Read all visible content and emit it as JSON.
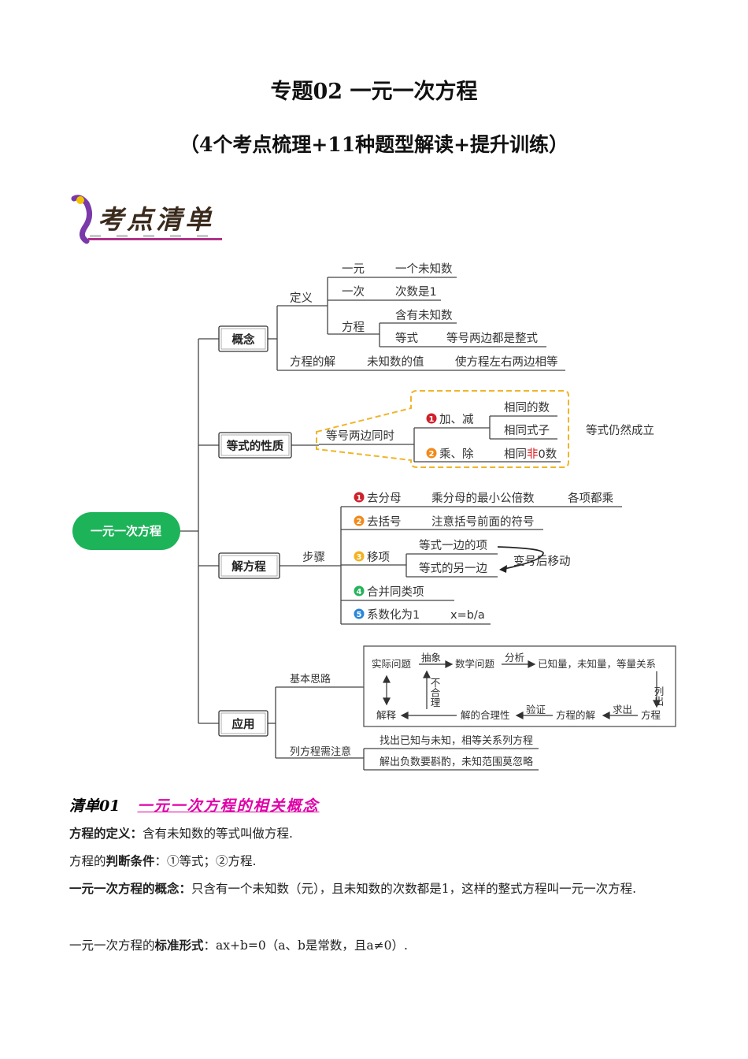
{
  "header": {
    "title": "专题02  一元一次方程",
    "subtitle": "（4个考点梳理+11种题型解读+提升训练）"
  },
  "badge": {
    "text": "考点清单"
  },
  "mindmap": {
    "root": "一元一次方程",
    "concept": {
      "label": "概念",
      "definition": "定义",
      "yiyuan": "一元",
      "yiyuan_desc": "一个未知数",
      "yici": "一次",
      "yici_desc": "次数是1",
      "fangcheng": "方程",
      "contains_unknown": "含有未知数",
      "equation": "等式",
      "both_sides_integral": "等号两边都是整式",
      "solution": "方程的解",
      "unknown_value": "未知数的值",
      "solution_desc": "使方程左右两边相等"
    },
    "property": {
      "label": "等式的性质",
      "both_sides": "等号两边同时",
      "add_sub_num": "1",
      "add_sub": "加、减",
      "same_number": "相同的数",
      "same_expression": "相同式子",
      "mul_div_num": "2",
      "mul_div": "乘、除",
      "nonzero_pre": "相同",
      "nonzero_red": "非",
      "nonzero_post": "0数",
      "still_holds": "等式仍然成立"
    },
    "solve": {
      "label": "解方程",
      "steps": "步骤",
      "s1_num": "1",
      "s1": "去分母",
      "s1_desc": "乘分母的最小公倍数",
      "s1_desc2": "各项都乘",
      "s2_num": "2",
      "s2": "去括号",
      "s2_desc": "注意括号前面的符号",
      "s3_num": "3",
      "s3": "移项",
      "s3_a": "等式一边的项",
      "s3_b": "等式的另一边",
      "s3_note": "变号后移动",
      "s4_num": "4",
      "s4": "合并同类项",
      "s5_num": "5",
      "s5": "系数化为1",
      "s5_desc": "x=b/a"
    },
    "apply": {
      "label": "应用",
      "basic_idea": "基本思路",
      "real_problem": "实际问题",
      "abstract": "抽象",
      "math_problem": "数学问题",
      "analyze": "分析",
      "knowns": "已知量，未知量，等量关系",
      "list": "列出",
      "equation": "方程",
      "solve": "求出",
      "solution": "方程的解",
      "verify": "验证",
      "reasonable": "解的合理性",
      "explain": "解释",
      "unreasonable": "不合理",
      "notes": "列方程需注意",
      "note1": "找出已知与未知，相等关系列方程",
      "note2": "解出负数要斟酌，未知范围莫忽略"
    }
  },
  "section": {
    "label": "清单01",
    "title": "一元一次方程的相关概念"
  },
  "content": {
    "p1_bold": "方程的定义：",
    "p1": "含有未知数的等式叫做方程.",
    "p2_pre": "方程的",
    "p2_bold": "判断条件",
    "p2": "：①等式；②方程.",
    "p3_bold": "一元一次方程的概念：",
    "p3": "只含有一个未知数（元），且未知数的次数都是1，这样的整式方程叫一元一次方程.",
    "p4_pre": "一元一次方程的",
    "p4_bold": "标准形式",
    "p4": "：ax+b=0（a、b是常数，且a≠0）."
  }
}
